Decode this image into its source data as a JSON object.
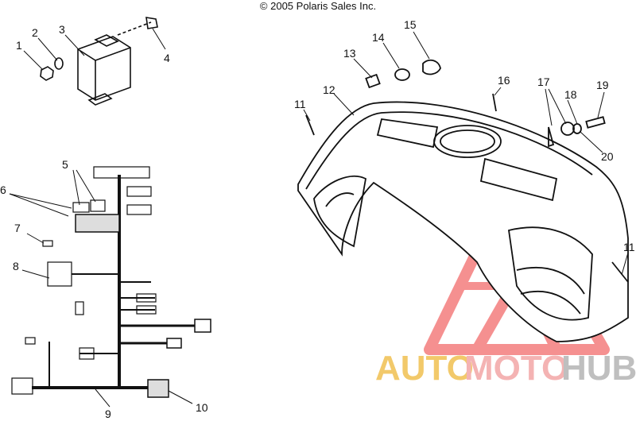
{
  "copyright": "© 2005 Polaris Sales Inc.",
  "watermark": {
    "text_a": "AUTO",
    "text_b": "MOTO",
    "text_c": "HUB",
    "color_a": "#f2c96a",
    "color_b": "#f4b3b3",
    "color_c": "#bfbfbf",
    "logo_color": "#f26b6b"
  },
  "callouts": [
    "1",
    "2",
    "3",
    "4",
    "5",
    "6",
    "7",
    "8",
    "9",
    "10",
    "11",
    "12",
    "13",
    "14",
    "15",
    "16",
    "17",
    "18",
    "19",
    "20",
    "11"
  ],
  "colors": {
    "line": "#111111",
    "paper": "#ffffff"
  }
}
